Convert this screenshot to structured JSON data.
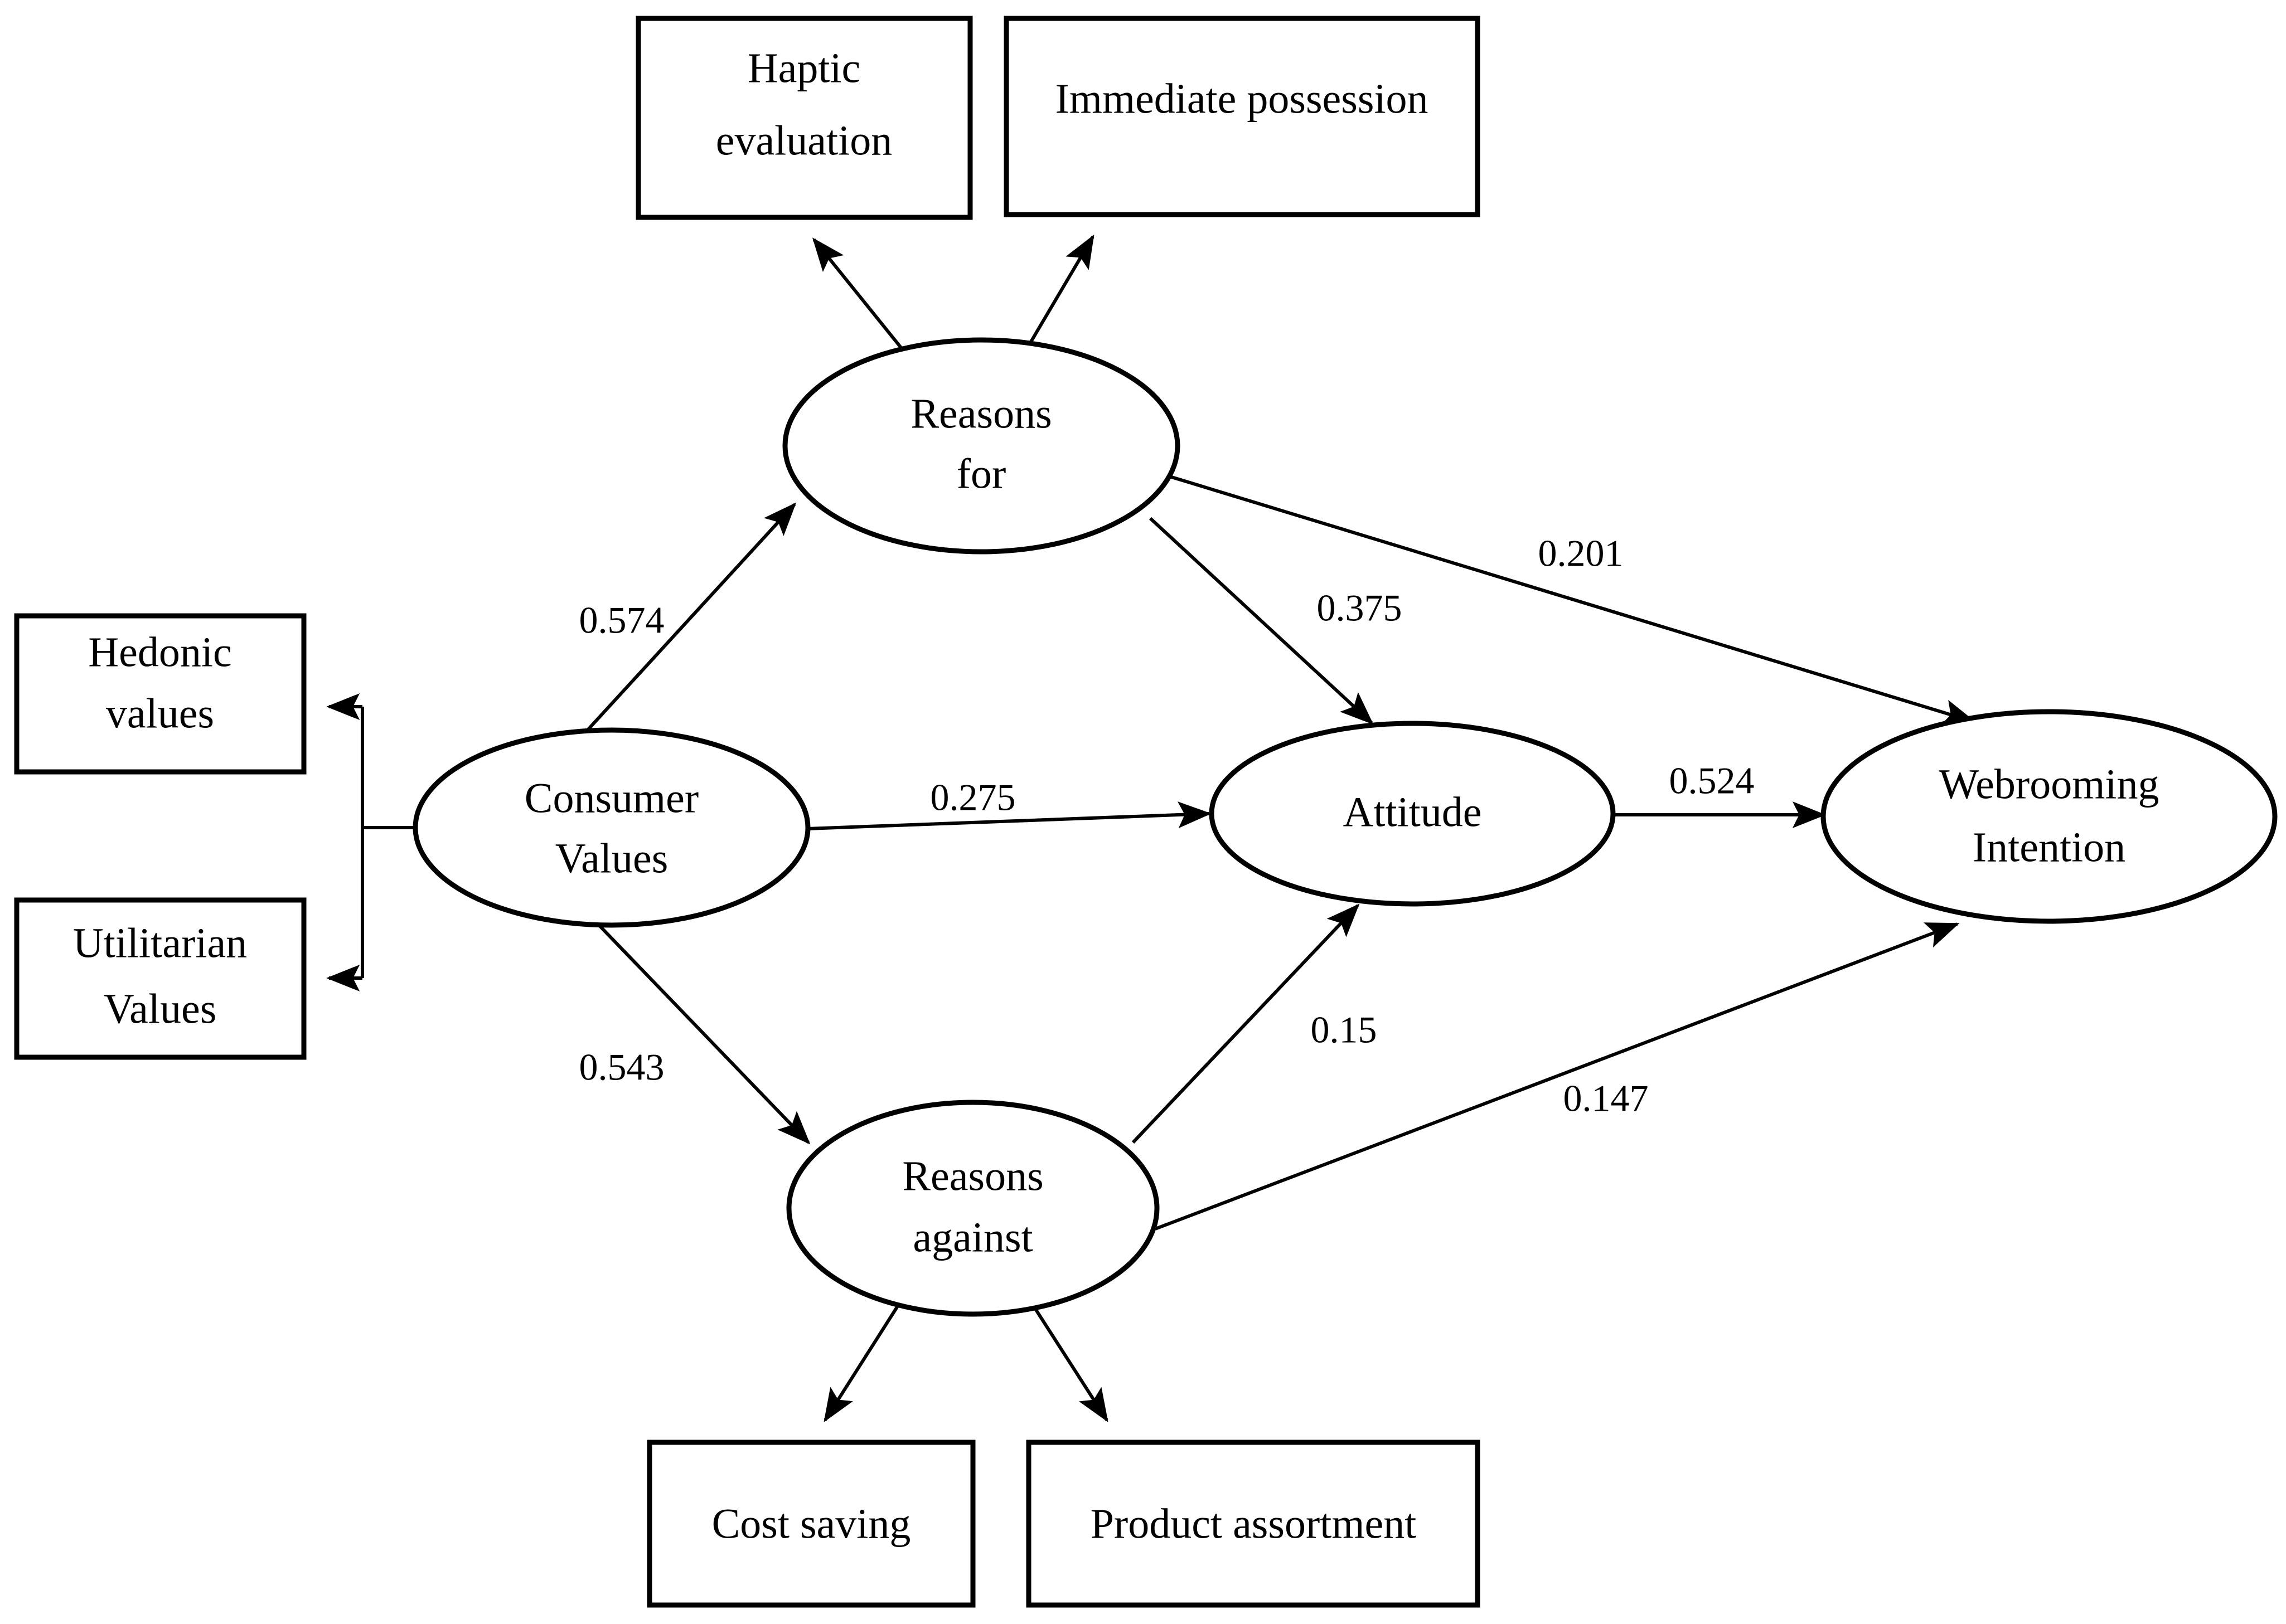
{
  "diagram": {
    "type": "structural-equation-model",
    "background_color": "#ffffff",
    "stroke_color": "#000000",
    "nodes": {
      "haptic_evaluation": {
        "label_line1": "Haptic",
        "label_line2": "evaluation",
        "shape": "rectangle"
      },
      "immediate_possession": {
        "label_line1": "Immediate possession",
        "label_line2": "",
        "shape": "rectangle"
      },
      "cost_saving": {
        "label_line1": "Cost saving",
        "label_line2": "",
        "shape": "rectangle"
      },
      "product_assortment": {
        "label_line1": "Product assortment",
        "label_line2": "",
        "shape": "rectangle"
      },
      "hedonic_values": {
        "label_line1": "Hedonic",
        "label_line2": "values",
        "shape": "rectangle"
      },
      "utilitarian_values": {
        "label_line1": "Utilitarian",
        "label_line2": "Values",
        "shape": "rectangle"
      },
      "reasons_for": {
        "label_line1": "Reasons",
        "label_line2": "for",
        "shape": "ellipse"
      },
      "reasons_against": {
        "label_line1": "Reasons",
        "label_line2": "against",
        "shape": "ellipse"
      },
      "consumer_values": {
        "label_line1": "Consumer",
        "label_line2": "Values",
        "shape": "ellipse"
      },
      "attitude": {
        "label_line1": "Attitude",
        "label_line2": "",
        "shape": "ellipse"
      },
      "webrooming_intention": {
        "label_line1": "Webrooming",
        "label_line2": "Intention",
        "shape": "ellipse"
      }
    },
    "path_coefficients": {
      "consumer_values_to_reasons_for": "0.574",
      "consumer_values_to_reasons_against": "0.543",
      "consumer_values_to_attitude": "0.275",
      "reasons_for_to_attitude": "0.375",
      "reasons_for_to_webrooming": "0.201",
      "reasons_against_to_attitude": "0.15",
      "reasons_against_to_webrooming": "0.147",
      "attitude_to_webrooming": "0.524"
    }
  },
  "chart_data": {
    "type": "diagram",
    "title": "",
    "nodes": [
      {
        "id": "haptic_evaluation",
        "label": "Haptic evaluation",
        "shape": "rectangle",
        "kind": "indicator"
      },
      {
        "id": "immediate_possession",
        "label": "Immediate possession",
        "shape": "rectangle",
        "kind": "indicator"
      },
      {
        "id": "cost_saving",
        "label": "Cost saving",
        "shape": "rectangle",
        "kind": "indicator"
      },
      {
        "id": "product_assortment",
        "label": "Product assortment",
        "shape": "rectangle",
        "kind": "indicator"
      },
      {
        "id": "hedonic_values",
        "label": "Hedonic values",
        "shape": "rectangle",
        "kind": "indicator"
      },
      {
        "id": "utilitarian_values",
        "label": "Utilitarian Values",
        "shape": "rectangle",
        "kind": "indicator"
      },
      {
        "id": "consumer_values",
        "label": "Consumer Values",
        "shape": "ellipse",
        "kind": "latent"
      },
      {
        "id": "reasons_for",
        "label": "Reasons for",
        "shape": "ellipse",
        "kind": "latent"
      },
      {
        "id": "reasons_against",
        "label": "Reasons against",
        "shape": "ellipse",
        "kind": "latent"
      },
      {
        "id": "attitude",
        "label": "Attitude",
        "shape": "ellipse",
        "kind": "latent"
      },
      {
        "id": "webrooming_intention",
        "label": "Webrooming Intention",
        "shape": "ellipse",
        "kind": "latent"
      }
    ],
    "edges": [
      {
        "from": "consumer_values",
        "to": "reasons_for",
        "value": 0.574,
        "label": "0.574"
      },
      {
        "from": "consumer_values",
        "to": "reasons_against",
        "value": 0.543,
        "label": "0.543"
      },
      {
        "from": "consumer_values",
        "to": "attitude",
        "value": 0.275,
        "label": "0.275"
      },
      {
        "from": "reasons_for",
        "to": "attitude",
        "value": 0.375,
        "label": "0.375"
      },
      {
        "from": "reasons_for",
        "to": "webrooming_intention",
        "value": 0.201,
        "label": "0.201"
      },
      {
        "from": "reasons_against",
        "to": "attitude",
        "value": 0.15,
        "label": "0.15"
      },
      {
        "from": "reasons_against",
        "to": "webrooming_intention",
        "value": 0.147,
        "label": "0.147"
      },
      {
        "from": "attitude",
        "to": "webrooming_intention",
        "value": 0.524,
        "label": "0.524"
      },
      {
        "from": "reasons_for",
        "to": "haptic_evaluation",
        "value": null,
        "label": ""
      },
      {
        "from": "reasons_for",
        "to": "immediate_possession",
        "value": null,
        "label": ""
      },
      {
        "from": "reasons_against",
        "to": "cost_saving",
        "value": null,
        "label": ""
      },
      {
        "from": "reasons_against",
        "to": "product_assortment",
        "value": null,
        "label": ""
      },
      {
        "from": "consumer_values",
        "to": "hedonic_values",
        "value": null,
        "label": ""
      },
      {
        "from": "consumer_values",
        "to": "utilitarian_values",
        "value": null,
        "label": ""
      }
    ]
  }
}
